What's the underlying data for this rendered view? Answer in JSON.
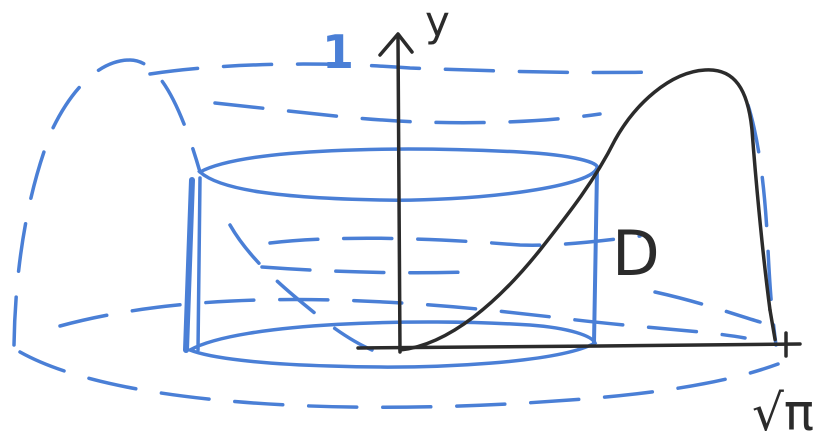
{
  "diagram": {
    "colors": {
      "ink": "#2b2b2b",
      "blue": "#4a7fd6"
    },
    "labels": {
      "y_axis": "y",
      "y_tick": "1",
      "region": "D",
      "x_tick": "√π"
    }
  }
}
